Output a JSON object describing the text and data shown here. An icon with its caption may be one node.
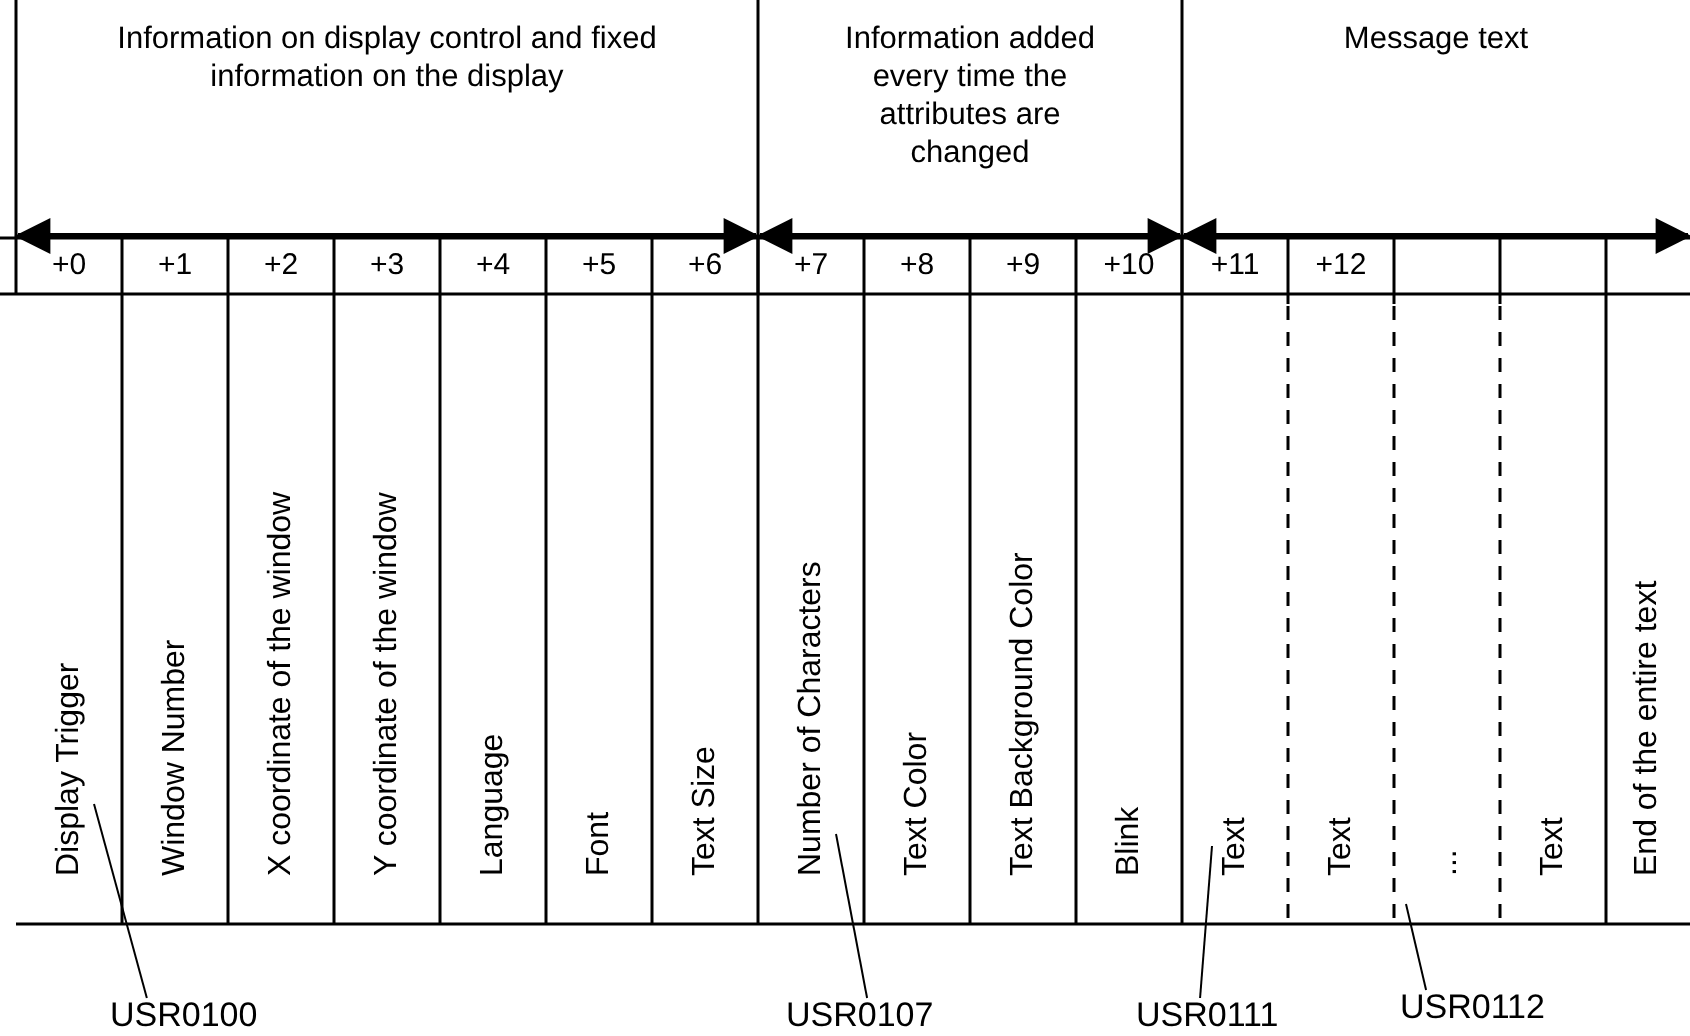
{
  "diagram": {
    "nodes": [
      {
        "text": [
          "Display Trigger"
        ]
      },
      {
        "text": [
          "Window Number"
        ]
      },
      {
        "text": [
          "X coordinate of the window"
        ]
      },
      {
        "text": [
          "Y coordinate of the window"
        ]
      },
      {
        "text": [
          "Language"
        ]
      },
      {
        "text": [
          "Font"
        ]
      },
      {
        "text": [
          "Text Size"
        ]
      },
      {
        "text": [
          "Number of Characters"
        ]
      },
      {
        "text": [
          "Text Color"
        ]
      },
      {
        "text": [
          "Text Background Color"
        ]
      },
      {
        "text": [
          "Blink"
        ]
      },
      {
        "text": [
          "Text"
        ]
      },
      {
        "text": [
          "Text"
        ]
      },
      {
        "text": [
          "..."
        ]
      },
      {
        "text": [
          "Text"
        ]
      },
      {
        "text": [
          "End of the entire text"
        ]
      },
      {
        "text": [
          "USR0100"
        ]
      },
      {
        "text": [
          "USR0107"
        ]
      },
      {
        "text": [
          "USR0111"
        ]
      },
      {
        "text": [
          "USR0112"
        ]
      }
    ],
    "edges": [
      {
        "from": 16,
        "to": 0,
        "arrow": "none"
      },
      {
        "from": 17,
        "to": 7,
        "arrow": "none"
      },
      {
        "from": 18,
        "to": 11,
        "arrow": "none"
      },
      {
        "from": 19,
        "to": 13,
        "arrow": "none"
      }
    ],
    "labels": [
      "Information on display control and fixed information on the display",
      "Information added every time the attributes are changed",
      "Message text",
      "+0",
      "+1",
      "+2",
      "+3",
      "+4",
      "+5",
      "+6",
      "+7",
      "+8",
      "+9",
      "+10",
      "+11",
      "+12"
    ]
  }
}
